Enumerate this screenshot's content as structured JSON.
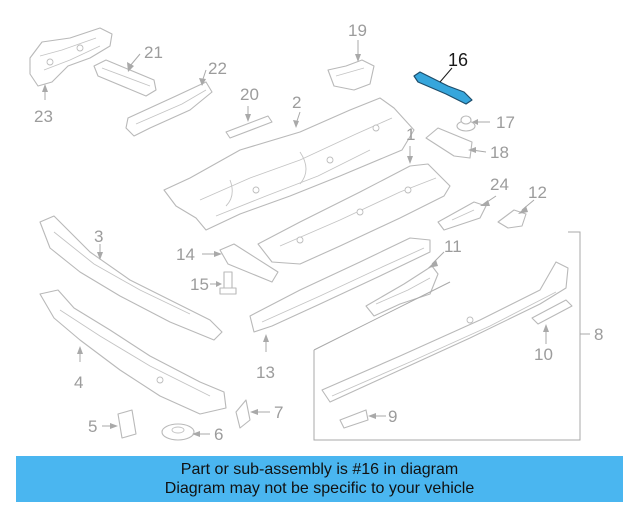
{
  "callouts": {
    "c1": "1",
    "c2": "2",
    "c3": "3",
    "c4": "4",
    "c5": "5",
    "c6": "6",
    "c7": "7",
    "c8": "8",
    "c9": "9",
    "c10": "10",
    "c11": "11",
    "c12": "12",
    "c13": "13",
    "c14": "14",
    "c15": "15",
    "c16": "16",
    "c17": "17",
    "c18": "18",
    "c19": "19",
    "c20": "20",
    "c21": "21",
    "c22": "22",
    "c23": "23",
    "c24": "24"
  },
  "highlighted_part": "16",
  "colors": {
    "highlight": "#36a6dc",
    "banner": "#4ab6f0",
    "line": "#b9b9b9"
  },
  "banner": {
    "line1": "Part or sub-assembly is #16 in diagram",
    "line2": "Diagram may not be specific to your vehicle"
  }
}
